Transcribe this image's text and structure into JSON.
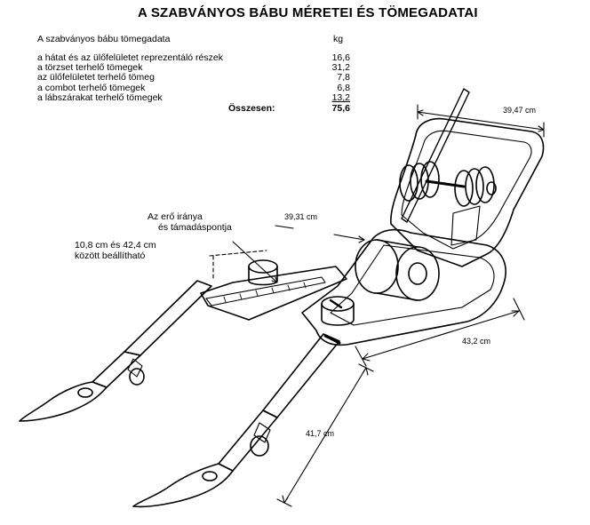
{
  "title": "A SZABVÁNYOS BÁBU MÉRETEI ÉS TÖMEGADATAI",
  "table": {
    "header": "A szabványos bábu tömegadata",
    "unit": "kg",
    "rows": [
      {
        "label": "a hátat és az ülőfelületet reprezentáló részek",
        "value": "16,6"
      },
      {
        "label": "a törzset terhelő tömegek",
        "value": "31,2"
      },
      {
        "label": "az ülőfelületet terhelő tömeg",
        "value": "7,8"
      },
      {
        "label": "a combot terhelő tömegek",
        "value": "6,8"
      },
      {
        "label": "a lábszárakat terhelő tömegek",
        "value": "13,2"
      }
    ],
    "total_label": "Összesen:",
    "total_value": "75,6"
  },
  "annotations": {
    "force_line1": "Az erő iránya",
    "force_line2": "és támadáspontja",
    "adjust_line1": "10,8 cm és 42,4 cm",
    "adjust_line2": "között beállítható"
  },
  "dimensions": {
    "back_width": "39,47 cm",
    "hip_width": "39,31 cm",
    "thigh_length": "43,2 cm",
    "leg_length": "41,7 cm"
  }
}
